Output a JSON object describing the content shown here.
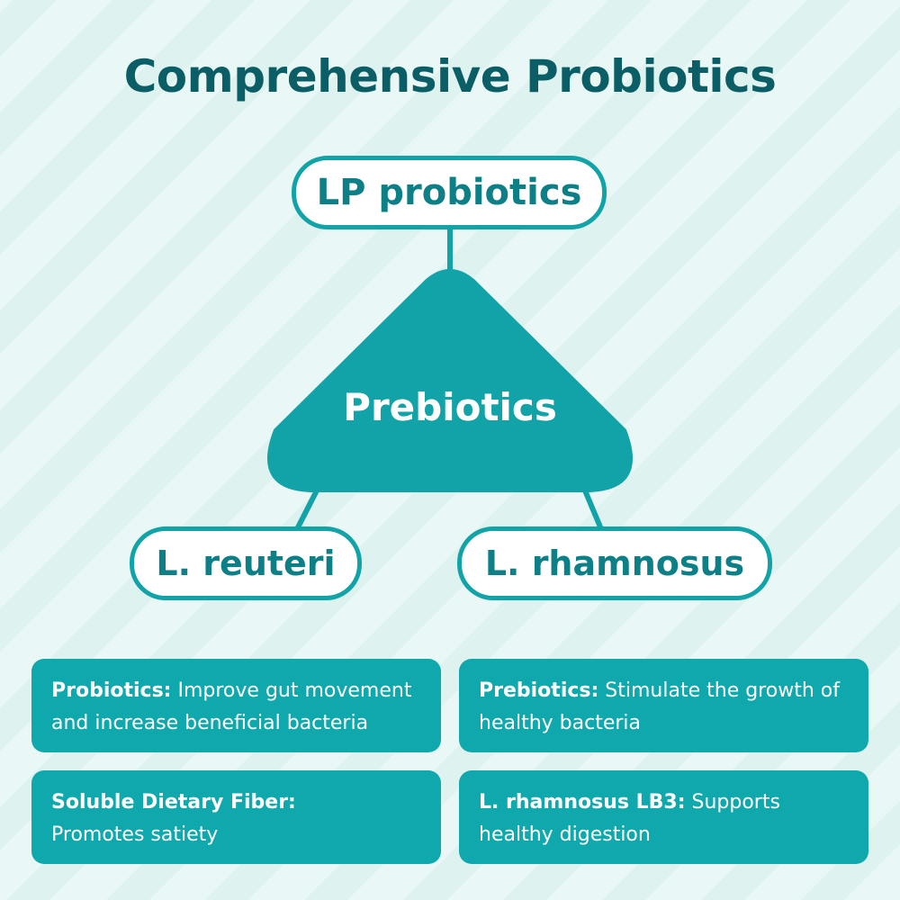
{
  "title": "Comprehensive Probiotics",
  "colors": {
    "background": "#e4f6f4",
    "title": "#0b5e66",
    "teal": "#11a3a7",
    "card": "#0fa8ad",
    "pill_text": "#0d7f86"
  },
  "nodes": {
    "top": "LP probiotics",
    "center": "Prebiotics",
    "left": "L. reuteri",
    "right": "L. rhamnosus"
  },
  "cards": [
    {
      "label": "Probiotics:",
      "text": "Improve gut movement and increase beneficial bacteria"
    },
    {
      "label": "Prebiotics:",
      "text": "Stimulate the growth of healthy bacteria"
    },
    {
      "label": "Soluble Dietary Fiber:",
      "text": "Promotes satiety"
    },
    {
      "label": "L. rhamnosus LB3:",
      "text": "Supports healthy digestion"
    }
  ]
}
